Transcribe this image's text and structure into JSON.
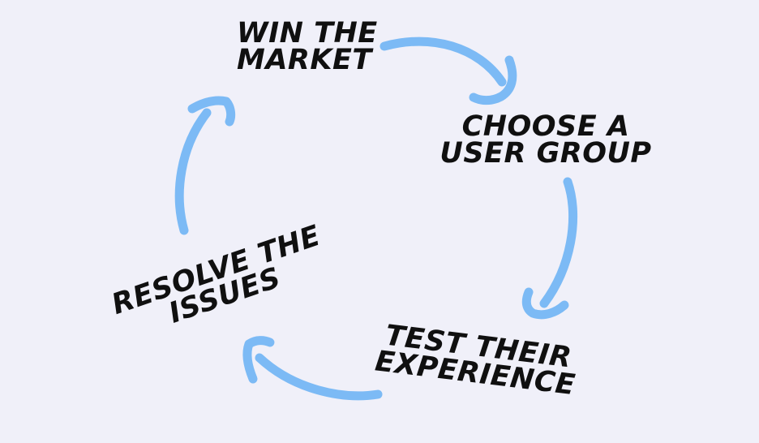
{
  "diagram": {
    "type": "cycle",
    "colors": {
      "background": "#f0f0f9",
      "arrow": "#7cbaf5",
      "text": "#101010"
    },
    "steps": [
      {
        "name": "win-the-market",
        "line1": "WIN THE",
        "line2": "MARKET"
      },
      {
        "name": "choose-a-user-group",
        "line1": "CHOOSE A",
        "line2": "USER GROUP"
      },
      {
        "name": "test-their-experience",
        "line1": "TEST THEIR",
        "line2": "EXPERIENCE"
      },
      {
        "name": "resolve-the-issues",
        "line1": "RESOLVE THE",
        "line2": "ISSUES"
      }
    ],
    "connections": [
      {
        "from": "win-the-market",
        "to": "choose-a-user-group"
      },
      {
        "from": "choose-a-user-group",
        "to": "test-their-experience"
      },
      {
        "from": "test-their-experience",
        "to": "resolve-the-issues"
      },
      {
        "from": "resolve-the-issues",
        "to": "win-the-market"
      }
    ]
  }
}
